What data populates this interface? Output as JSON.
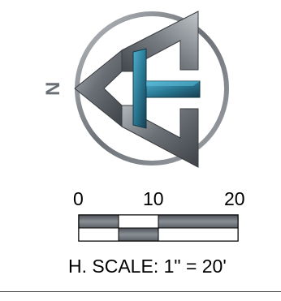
{
  "north_arrow": {
    "direction_letter": "N"
  },
  "scale_bar": {
    "ticks": [
      "0",
      "10",
      "20"
    ],
    "caption": "H. SCALE: 1\" = 20'"
  },
  "colors": {
    "steel_dark": "#4a4f55",
    "steel_light": "#9aa0a6",
    "teal_dark": "#1c4c61",
    "teal_light": "#3f9ab8",
    "scale_fill": "#6c7177"
  }
}
